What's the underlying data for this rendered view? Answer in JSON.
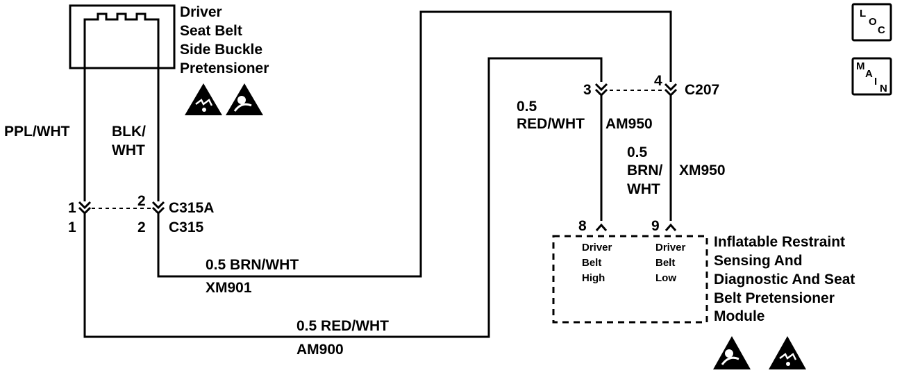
{
  "components": {
    "pretensioner": {
      "name_lines": [
        "Driver",
        "Seat Belt",
        "Side Buckle",
        "Pretensioner"
      ]
    },
    "module": {
      "name_lines": [
        "Inflatable Restraint",
        "Sensing And",
        "Diagnostic And Seat",
        "Belt Pretensioner",
        "Module"
      ],
      "pin_8_lines": [
        "Driver",
        "Belt",
        "High"
      ],
      "pin_9_lines": [
        "Driver",
        "Belt",
        "Low"
      ]
    }
  },
  "wires": {
    "left": {
      "label": "PPL/WHT"
    },
    "right": {
      "label_lines": [
        "BLK/",
        "WHT"
      ]
    },
    "lower": {
      "label": "0.5 BRN/WHT",
      "circuit": "XM901"
    },
    "bottom": {
      "label": "0.5 RED/WHT",
      "circuit": "AM900"
    },
    "am950": {
      "gauge": "0.5",
      "color": "RED/WHT",
      "circuit": "AM950"
    },
    "xm950": {
      "gauge": "0.5",
      "color_lines": [
        "BRN/",
        "WHT"
      ],
      "circuit": "XM950"
    }
  },
  "connectors": {
    "c315a": {
      "name": "C315A",
      "pin_left": "1",
      "pin_right": "2"
    },
    "c315": {
      "name": "C315",
      "pin_left": "1",
      "pin_right": "2"
    },
    "c207": {
      "name": "C207",
      "pin_left": "3",
      "pin_right": "4"
    },
    "module_pins": {
      "left": "8",
      "right": "9"
    }
  },
  "nav": {
    "loc": {
      "letters": [
        "L",
        "O",
        "C"
      ]
    },
    "main": {
      "letters": [
        "M",
        "A",
        "I",
        "N"
      ]
    }
  },
  "icons": {
    "esd_warning": "esd-sensitive-icon",
    "airbag_warning": "airbag-warning-icon"
  }
}
